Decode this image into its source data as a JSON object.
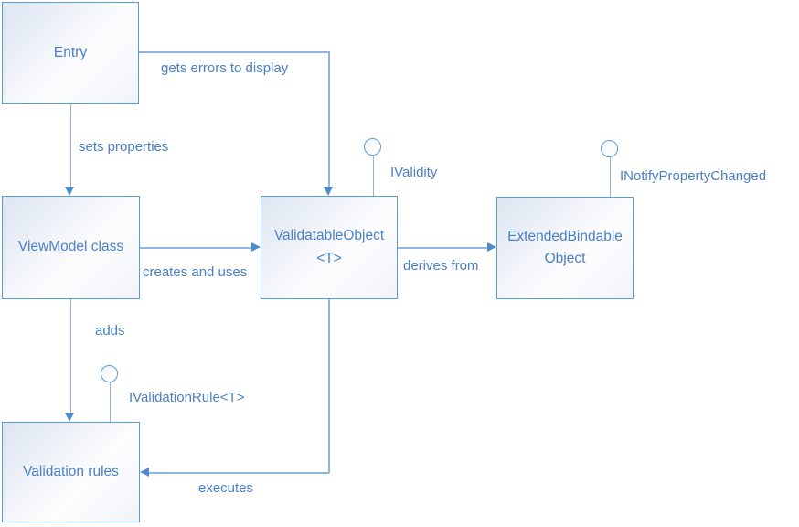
{
  "colors": {
    "node_border": "#5b9bd5",
    "connector_line": "#8fb4e0",
    "arrow_fill": "#4e8cc9",
    "label_text": "#4a80c8",
    "node_fill_start": "#dce5f1",
    "node_fill_end": "#fdfdfe"
  },
  "nodes": {
    "entry": {
      "label": "Entry"
    },
    "viewmodel": {
      "label": "ViewModel class"
    },
    "validatable": {
      "label": "ValidatableObject\n<T>"
    },
    "extended": {
      "label": "ExtendedBindable Object"
    },
    "validation": {
      "label": "Validation rules"
    }
  },
  "edges": {
    "gets_errors": {
      "label": "gets errors to display",
      "from": "entry",
      "to": "validatable"
    },
    "sets_properties": {
      "label": "sets properties",
      "from": "entry",
      "to": "viewmodel"
    },
    "creates_uses": {
      "label": "creates and uses",
      "from": "viewmodel",
      "to": "validatable"
    },
    "derives_from": {
      "label": "derives from",
      "from": "validatable",
      "to": "extended"
    },
    "adds": {
      "label": "adds",
      "from": "viewmodel",
      "to": "validation"
    },
    "executes": {
      "label": "executes",
      "from": "validatable",
      "to": "validation"
    }
  },
  "interfaces": {
    "ivalidity": {
      "label": "IValidity",
      "on": "validatable"
    },
    "inotify": {
      "label": "INotifyPropertyChanged",
      "on": "extended"
    },
    "ivalidationrule": {
      "label": "IValidationRule<T>",
      "on": "validation"
    }
  }
}
